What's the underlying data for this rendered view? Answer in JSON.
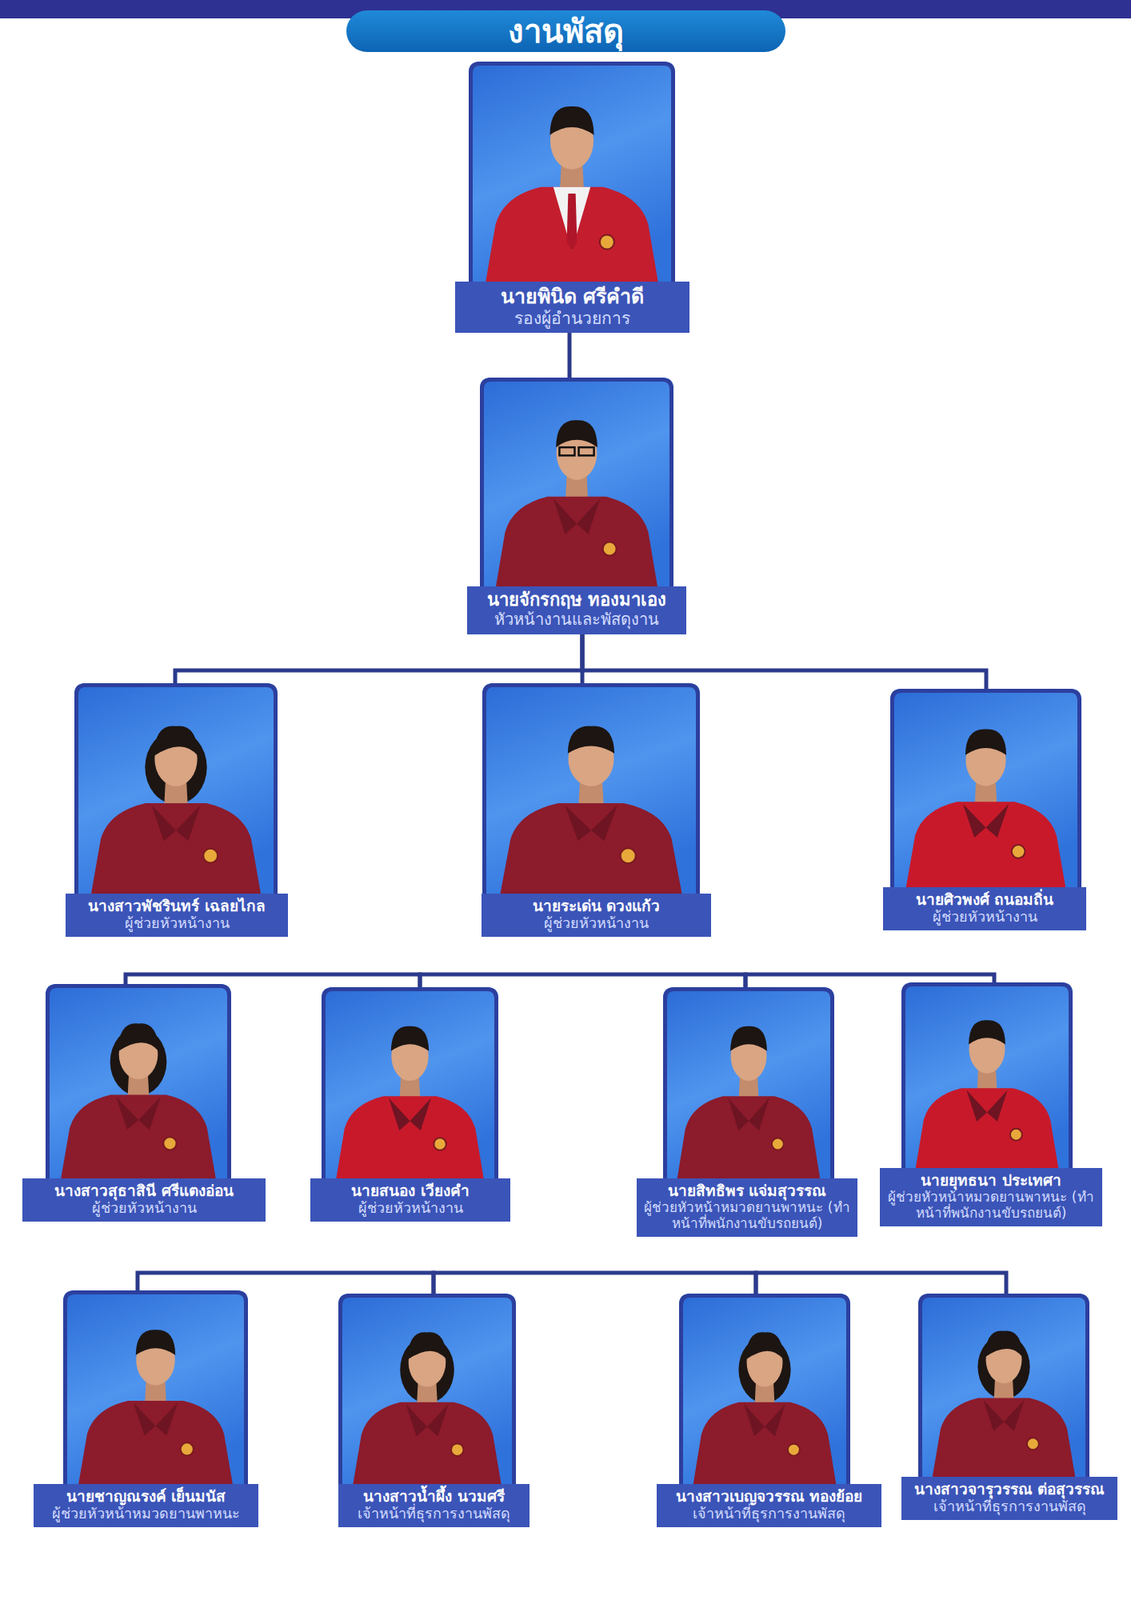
{
  "diagram": {
    "title": "งานพัสดุ",
    "nodes": [
      {
        "text": [
          "นายพินิด ศรีคำดี",
          "รองผู้อำนวยการ"
        ]
      },
      {
        "text": [
          "นายจักรกฤษ ทองมาเอง",
          "หัวหน้างานและพัสดุงาน"
        ]
      },
      {
        "text": [
          "นางสาวพัชรินทร์ เฉลยไกล",
          "ผู้ช่วยหัวหน้างาน"
        ]
      },
      {
        "text": [
          "นายระเด่น ดวงแก้ว",
          "ผู้ช่วยหัวหน้างาน"
        ]
      },
      {
        "text": [
          "นายศิวพงศ์ ถนอมถิ่น",
          "ผู้ช่วยหัวหน้างาน"
        ]
      },
      {
        "text": [
          "นางสาวสุธาสินี ศรีแตงอ่อน",
          "ผู้ช่วยหัวหน้างาน"
        ]
      },
      {
        "text": [
          "นายสนอง เวียงคำ",
          "ผู้ช่วยหัวหน้างาน"
        ]
      },
      {
        "text": [
          "นายสิทธิพร แจ่มสุวรรณ",
          "ผู้ช่วยหัวหน้าหมวดยานพาหนะ (ทำหน้าที่พนักงานขับรถยนต์)"
        ]
      },
      {
        "text": [
          "นายยุทธนา ประเทศา",
          "ผู้ช่วยหัวหน้าหมวดยานพาหนะ (ทำหน้าที่พนักงานขับรถยนต์)"
        ]
      },
      {
        "text": [
          "นายชาญณรงค์ เย็นมนัส",
          "ผู้ช่วยหัวหน้าหมวดยานพาหนะ"
        ]
      },
      {
        "text": [
          "นางสาวน้ำผึ้ง นวมศรี",
          "เจ้าหน้าที่ธุรการงานพัสดุ"
        ]
      },
      {
        "text": [
          "นางสาวเบญจวรรณ ทองย้อย",
          "เจ้าหน้าที่ธุรการงานพัสดุ"
        ]
      },
      {
        "text": [
          "นางสาวจารุวรรณ ต่อสุวรรณ",
          "เจ้าหน้าที่ธุรการงานพัสดุ"
        ]
      }
    ],
    "edges": [
      {
        "from": 0,
        "to": 1,
        "arrow": "none"
      },
      {
        "from": 1,
        "to": 2,
        "arrow": "none"
      },
      {
        "from": 1,
        "to": 3,
        "arrow": "none"
      },
      {
        "from": 1,
        "to": 4,
        "arrow": "none"
      },
      {
        "from": 5,
        "to": 6,
        "arrow": "none"
      },
      {
        "from": 6,
        "to": 7,
        "arrow": "none"
      },
      {
        "from": 7,
        "to": 8,
        "arrow": "none"
      },
      {
        "from": 9,
        "to": 10,
        "arrow": "none"
      },
      {
        "from": 10,
        "to": 11,
        "arrow": "none"
      },
      {
        "from": 11,
        "to": 12,
        "arrow": "none"
      }
    ]
  }
}
